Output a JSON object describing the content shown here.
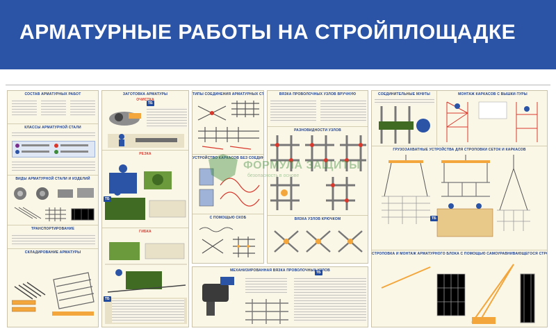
{
  "banner": {
    "title": "АРМАТУРНЫЕ РАБОТЫ НА СТРОЙПЛОЩАДКЕ"
  },
  "colors": {
    "banner": "#2b54a6",
    "panel_bg": "#fbf7e7",
    "section_title": "#1e3f8a",
    "accent_red": "#d8382c",
    "accent_orange": "#f3a63b",
    "watermark": "#3d8a3b"
  },
  "panels": {
    "p1": {
      "s1": "СОСТАВ АРМАТУРНЫХ РАБОТ",
      "s2": "КЛАССЫ АРМАТУРНОЙ СТАЛИ",
      "s3": "ВИДЫ АРМАТУРНОЙ СТАЛИ И ИЗДЕЛИЙ",
      "s4": "ТРАНСПОРТИРОВАНИЕ",
      "s5": "СКЛАДИРОВАНИЕ АРМАТУРЫ"
    },
    "p2": {
      "s1": "ЗАГОТОВКА АРМАТУРЫ",
      "s2": "ОЧИСТКА",
      "s3": "РЕЗКА",
      "s4": "ГИБКА"
    },
    "p3": {
      "s1": "ТИПЫ СОЕДИНЕНИЯ АРМАТУРНЫХ СТЕРЖНЕЙ",
      "s2": "УСТРОЙСТВО КАРКАСОВ БЕЗ СОЕДИНЕНИЯ ЭЛЕМЕНТОВ",
      "s3": "С ПОМОЩЬЮ СКОБ"
    },
    "p4": {
      "s1": "ВЯЗКА ПРОВОЛОЧНЫХ УЗЛОВ ВРУЧНУЮ",
      "s2": "РАЗНОВИДНОСТИ УЗЛОВ",
      "s3": "ВЯЗКА УЗЛОВ КРЮЧКОМ"
    },
    "p5": {
      "s1": "МЕХАНИЗИРОВАННАЯ ВЯЗКА ПРОВОЛОЧНЫХ УЗЛОВ"
    },
    "p6": {
      "s1": "СОЕДИНИТЕЛЬНЫЕ МУФТЫ",
      "s2": "МОНТАЖ КАРКАСОВ С ВЫШКИ-ТУРЫ",
      "s3": "ГРУЗОЗАХВАТНЫЕ УСТРОЙСТВА ДЛЯ СТРОПОВКИ СЕТОК И КАРКАСОВ",
      "s4": "СТРОПОВКА И МОНТАЖ АРМАТУРНОГО БЛОКА С ПОМОЩЬЮ САМОУРАВНИВАЮЩЕГОСЯ СТРОПА"
    }
  },
  "badge": "ТБ",
  "watermark": {
    "name": "ФОРМУЛА ЗАЩИТЫ",
    "sub": "безопасность в основе"
  }
}
